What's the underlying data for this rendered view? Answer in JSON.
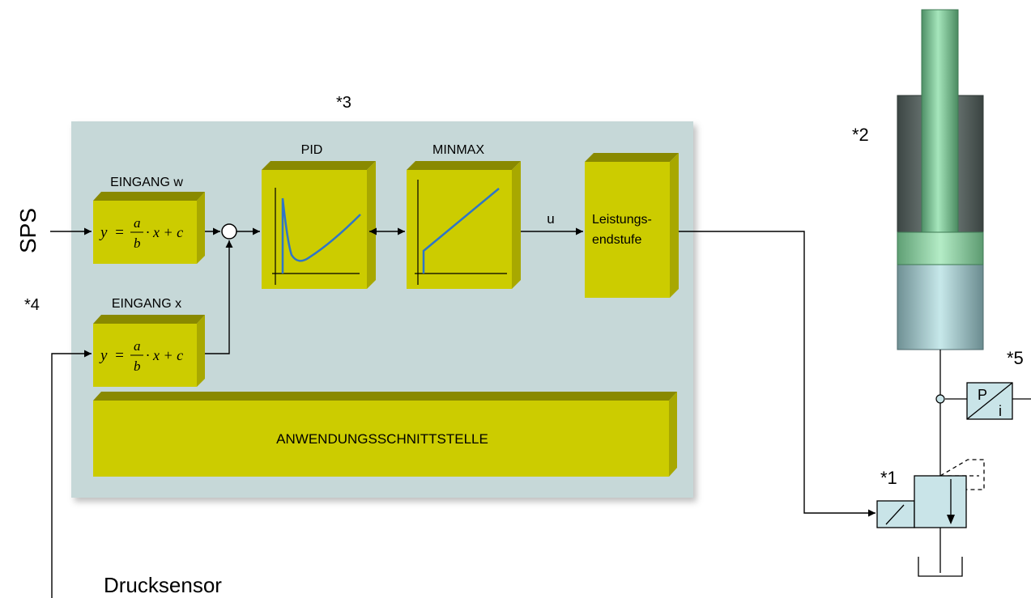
{
  "labels": {
    "sps": "SPS",
    "note_1": "*1",
    "note_2": "*2",
    "note_3": "*3",
    "note_4": "*4",
    "note_5": "*5",
    "sensor": "Drucksensor",
    "u": "u"
  },
  "blocks": {
    "eingang_w": {
      "title": "EINGANG w",
      "formula": {
        "y": "y",
        "eq": "=",
        "a": "a",
        "b": "b",
        "rest": "· x + c"
      }
    },
    "eingang_x": {
      "title": "EINGANG x",
      "formula": {
        "y": "y",
        "eq": "=",
        "a": "a",
        "b": "b",
        "rest": "· x + c"
      }
    },
    "pid": {
      "title": "PID"
    },
    "minmax": {
      "title": "MINMAX"
    },
    "endstufe": {
      "line1": "Leistungs-",
      "line2": "endstufe"
    },
    "interface": {
      "label": "ANWENDUNGSSCHNITTSTELLE"
    }
  },
  "transducer": {
    "p": "P",
    "i": "i"
  },
  "colors": {
    "panel": "#c6d8d8",
    "block_front": "#cccc00",
    "block_top": "#898900",
    "block_side": "#a8a800",
    "curve": "#2e75c8",
    "cylinder_dark": "#4f5b58",
    "rod_green": "#8fd6a8",
    "cylinder_light": "#b8dde0",
    "valve": "#c9e4e8"
  }
}
